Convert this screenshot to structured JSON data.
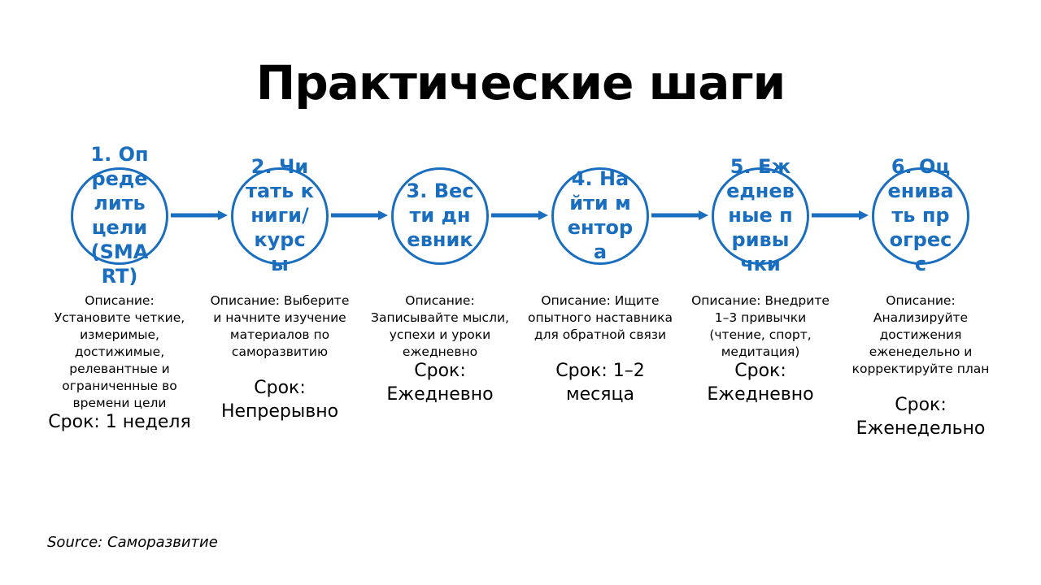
{
  "title": "Практические шаги",
  "accent_color": "#1a6ec0",
  "steps": [
    {
      "label": "1. Определить цели (SMART)",
      "description": "Описание: Установите четкие, измеримые, достижимые, релевантные и ограниченные во времени цели",
      "term": "Срок: 1 неделя"
    },
    {
      "label": "2. Читать книги/курсы",
      "description": "Описание: Выберите и начните изучение материалов по саморазвитию",
      "term": "Срок: Непрерывно"
    },
    {
      "label": "3. Вести дневник",
      "description": "Описание: Записывайте мысли, успехи и уроки ежедневно",
      "term": "Срок: Ежедневно"
    },
    {
      "label": "4. Найти ментора",
      "description": "Описание: Ищите опытного наставника для обратной связи",
      "term": "Срок: 1–2 месяца"
    },
    {
      "label": "5. Ежедневные привычки",
      "description": "Описание: Внедрите 1–3 привычки (чтение, спорт, медитация)",
      "term": "Срок: Ежедневно"
    },
    {
      "label": "6. Оценивать прогресс",
      "description": "Описание: Анализируйте достижения еженедельно и корректируйте план",
      "term": "Срок: Еженедельно"
    }
  ],
  "source": {
    "prefix": "Source:",
    "text": "Саморазвитие"
  }
}
